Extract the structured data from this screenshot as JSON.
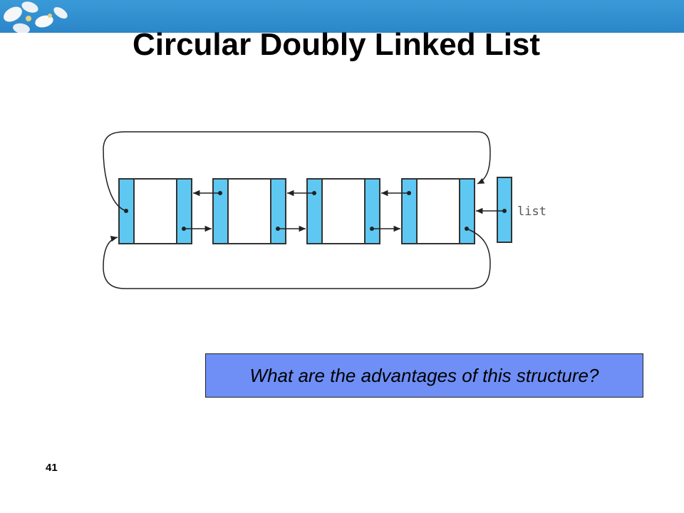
{
  "slide": {
    "title": "Circular Doubly Linked List",
    "question": "What are the advantages of this structure?",
    "number": "41"
  },
  "diagram": {
    "nodes": 4,
    "head_label": "list",
    "colors": {
      "pointer_field": "#5ec8f2",
      "data_field": "#ffffff",
      "outline": "#333333",
      "banner": "#2f8fd0",
      "question_box": "#6f8ff7"
    }
  },
  "icons": [
    "flower-decoration-icon"
  ]
}
